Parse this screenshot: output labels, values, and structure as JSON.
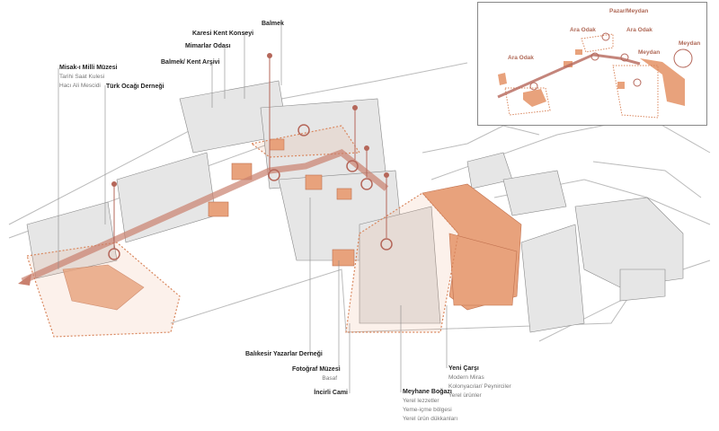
{
  "labels": {
    "balmek": "Balmek",
    "karesi": "Karesi Kent Konseyi",
    "mimarlar": "Mimarlar Odası",
    "arsiv": "Balmek/ Kent Arşivi",
    "misak": "Misak-ı Milli Müzesi",
    "misak_sub1": "Tarihi Saat Kulesi",
    "misak_sub2": "Hacı Ali Mescidi",
    "turk": "Türk Ocağı Derneği",
    "yazarlar": "Balıkesir Yazarlar Derneği",
    "foto": "Fotoğraf Müzesi",
    "foto_sub": "Basaf",
    "incirli": "İncirli Cami",
    "meyhane": "Meyhane Boğazı",
    "meyhane_sub1": "Yerel lezzetler",
    "meyhane_sub2": "Yeme-içme bölgesi",
    "meyhane_sub3": "Yerel ürün dükkanları",
    "yeni": "Yeni Çarşı",
    "yeni_sub1": "Modern Miras",
    "yeni_sub2": "Kolonyacılar/ Peynirciler",
    "yeni_sub3": "Yerel ürünler"
  },
  "inset": {
    "pazar": "Pazar/Meydan",
    "ara1": "Ara Odak",
    "ara2": "Ara Odak",
    "ara3": "Ara Odak",
    "meydan1": "Meydan",
    "meydan_legend": "Meydan"
  },
  "colors": {
    "orange": "#e8a27c",
    "route": "#b5675a",
    "building": "#ececec"
  }
}
